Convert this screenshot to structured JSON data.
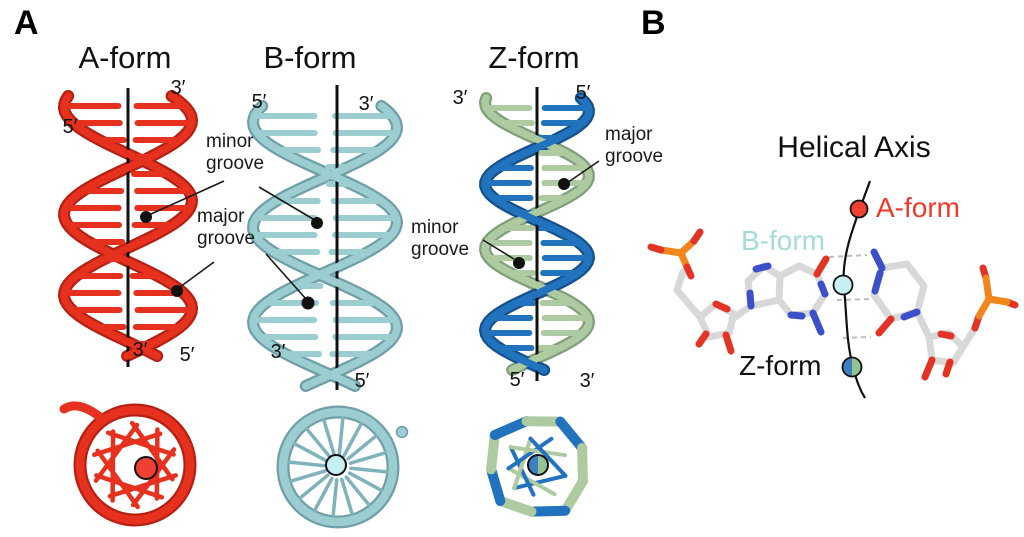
{
  "figure": {
    "panel_a": {
      "label": "A",
      "forms": [
        {
          "title": "A-form",
          "color": "#e7311f",
          "ends": {
            "top_left": "5′",
            "top_right": "3′",
            "bottom_left": "3′",
            "bottom_right": "5′"
          }
        },
        {
          "title": "B-form",
          "color": "#9ccdd1",
          "ends": {
            "top_left": "5′",
            "top_right": "3′",
            "bottom_left": "3′",
            "bottom_right": "5′"
          }
        },
        {
          "title": "Z-form",
          "colors": [
            "#2273be",
            "#aecaa0"
          ],
          "ends": {
            "top_left": "3′",
            "top_right": "5′",
            "bottom_left": "5′",
            "bottom_right": "3′"
          }
        }
      ],
      "grooves": {
        "ab_minor": {
          "word1": "minor",
          "word2": "groove"
        },
        "ab_major": {
          "word1": "major",
          "word2": "groove"
        },
        "z_major": {
          "word1": "major",
          "word2": "groove"
        },
        "z_minor": {
          "word1": "minor",
          "word2": "groove"
        }
      }
    },
    "panel_b": {
      "label": "B",
      "title": "Helical Axis",
      "items": [
        {
          "key": "a",
          "label": "A-form",
          "color": "#f03a28"
        },
        {
          "key": "b",
          "label": "B-form",
          "color": "#a5dbda"
        },
        {
          "key": "z",
          "label": "Z-form",
          "color": "#111111"
        }
      ]
    },
    "colors": {
      "a_main": "#e7311f",
      "a_dark": "#b52012",
      "a_dot": "#ee4130",
      "b_main": "#9ccdd1",
      "b_dark": "#6f9fa8",
      "b_spoke": "#7fb2ba",
      "b_dot": "#c6eff1",
      "z_blue": "#2273be",
      "z_blue_dark": "#15518d",
      "z_green": "#aecaa0",
      "z_green_dark": "#7fa07a",
      "z_dot_blue": "#3e7fc1",
      "z_dot_green": "#94c290",
      "axis": "#111111",
      "cpk_gray": "#d8d8d8",
      "cpk_blue": "#3c50c8",
      "cpk_red": "#e23325",
      "cpk_orange": "#f0861c"
    }
  }
}
